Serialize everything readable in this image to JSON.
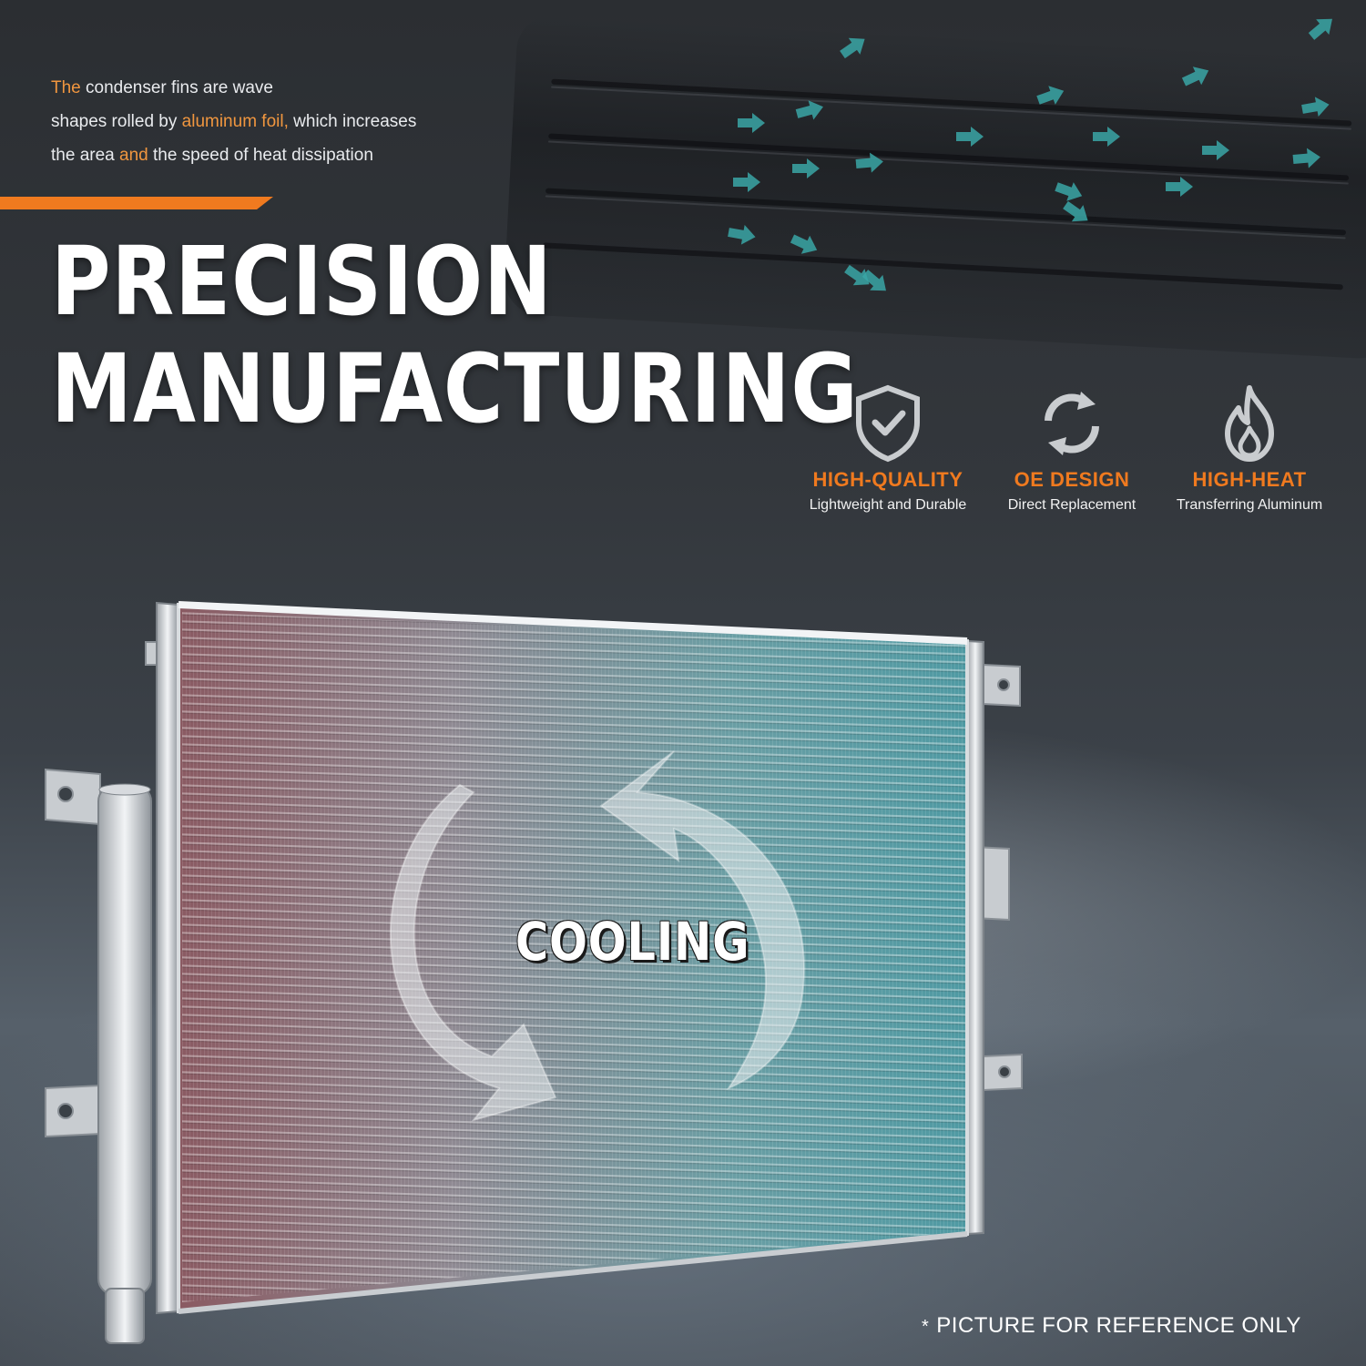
{
  "intro": {
    "line1_a": "The",
    "line1_b": " condenser fins are wave",
    "line2_a": "shapes rolled by ",
    "line2_b": "aluminum foil,",
    "line2_c": " which increases",
    "line3_a": "the area ",
    "line3_b": "and",
    "line3_c": " the speed of heat dissipation"
  },
  "headline": {
    "line1": "PRECISION",
    "line2": "MANUFACTURING"
  },
  "features": [
    {
      "icon": "shield-check-icon",
      "title": "HIGH-QUALITY",
      "subtitle": "Lightweight and Durable"
    },
    {
      "icon": "refresh-icon",
      "title": "OE DESIGN",
      "subtitle": "Direct Replacement"
    },
    {
      "icon": "flame-icon",
      "title": "HIGH-HEAT",
      "subtitle": "Transferring Aluminum"
    }
  ],
  "product": {
    "label": "COOLING"
  },
  "disclaimer": {
    "mark": "*",
    "text": "PICTURE FOR REFERENCE ONLY"
  },
  "colors": {
    "accent": "#f07a1f",
    "airflow": "#3aa6a6",
    "text": "#ffffff"
  }
}
